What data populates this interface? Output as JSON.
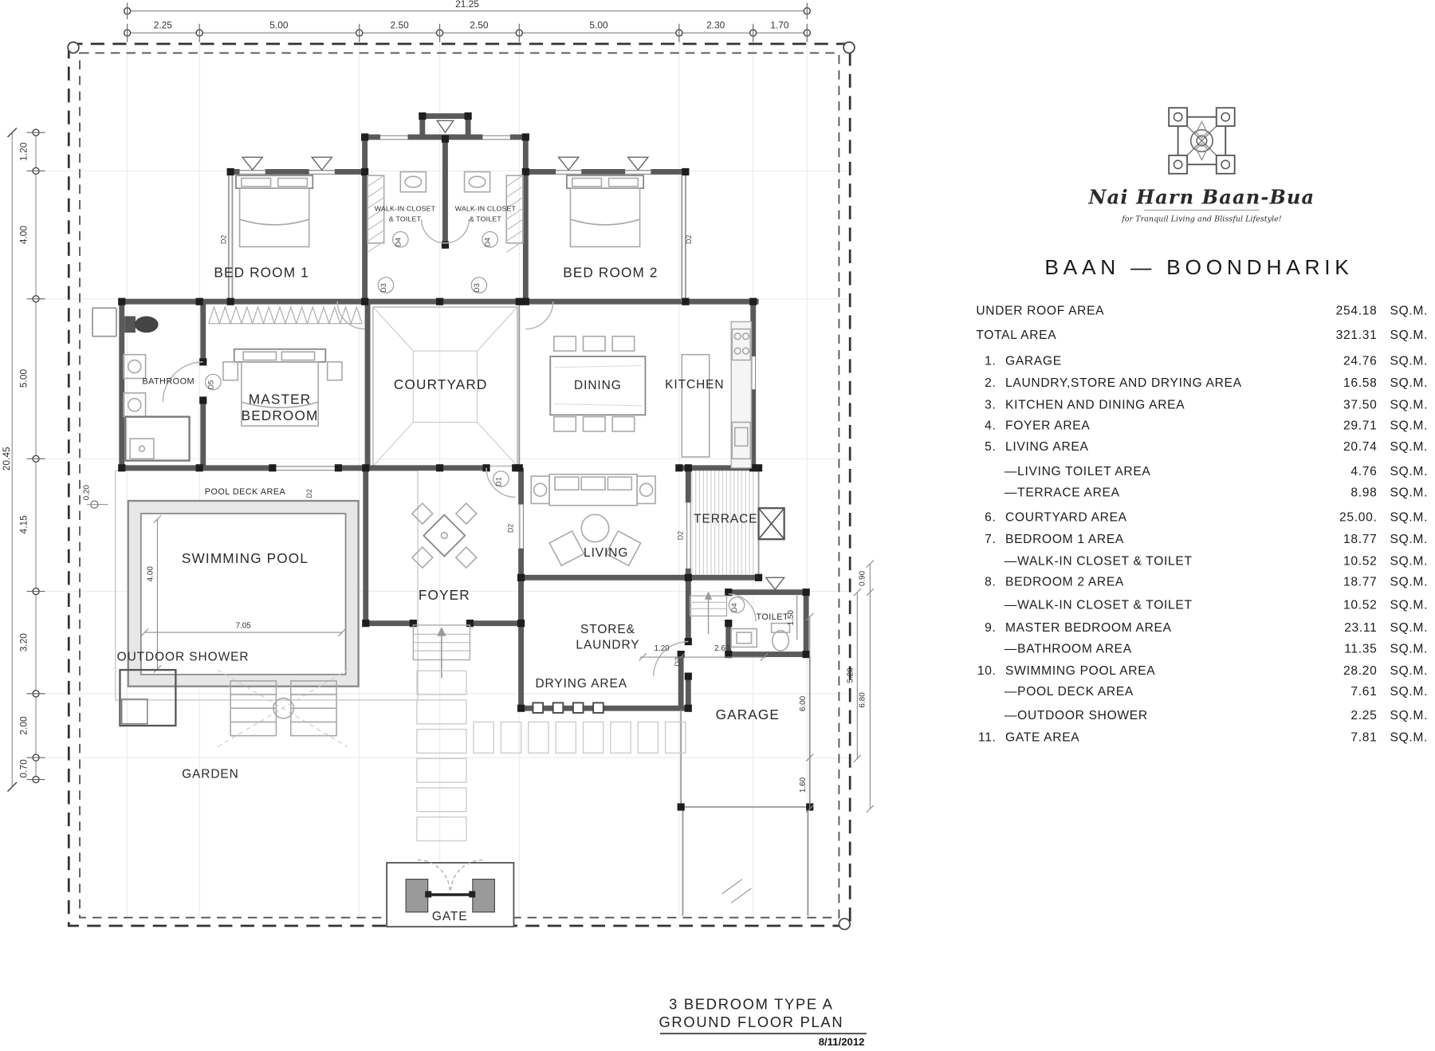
{
  "brand": {
    "name": "Nai Harn Baan-Bua",
    "tagline": "for Tranquil Living and Blissful Lifestyle!"
  },
  "title": "BAAN — BOONDHARIK",
  "area_table": {
    "rows": [
      {
        "no": "",
        "sub": false,
        "label": "UNDER ROOF AREA",
        "value": "254.18",
        "unit": "SQ.M."
      },
      {
        "no": "",
        "sub": false,
        "label": "TOTAL AREA",
        "value": "321.31",
        "unit": "SQ.M."
      },
      {
        "no": "1.",
        "sub": false,
        "label": "GARAGE",
        "value": "24.76",
        "unit": "SQ.M."
      },
      {
        "no": "2.",
        "sub": false,
        "label": "LAUNDRY,STORE AND DRYING AREA",
        "value": "16.58",
        "unit": "SQ.M."
      },
      {
        "no": "3.",
        "sub": false,
        "label": "KITCHEN AND DINING AREA",
        "value": "37.50",
        "unit": "SQ.M."
      },
      {
        "no": "4.",
        "sub": false,
        "label": "FOYER  AREA",
        "value": "29.71",
        "unit": "SQ.M."
      },
      {
        "no": "5.",
        "sub": false,
        "label": "LIVING  AREA",
        "value": "20.74",
        "unit": "SQ.M."
      },
      {
        "no": "",
        "sub": true,
        "label": "—LIVING TOILET AREA",
        "value": "4.76",
        "unit": "SQ.M."
      },
      {
        "no": "",
        "sub": true,
        "label": "—TERRACE AREA",
        "value": "8.98",
        "unit": "SQ.M."
      },
      {
        "no": "6.",
        "sub": false,
        "label": "COURTYARD  AREA",
        "value": "25.00.",
        "unit": "SQ.M."
      },
      {
        "no": "7.",
        "sub": false,
        "label": "BEDROOM 1  AREA",
        "value": "18.77",
        "unit": "SQ.M."
      },
      {
        "no": "",
        "sub": true,
        "label": "—WALK-IN CLOSET & TOILET",
        "value": "10.52",
        "unit": "SQ.M."
      },
      {
        "no": "8.",
        "sub": false,
        "label": "BEDROOM 2  AREA",
        "value": "18.77",
        "unit": "SQ.M."
      },
      {
        "no": "",
        "sub": true,
        "label": "—WALK-IN CLOSET & TOILET",
        "value": "10.52",
        "unit": "SQ.M."
      },
      {
        "no": "9.",
        "sub": false,
        "label": "MASTER BEDROOM  AREA",
        "value": "23.11",
        "unit": "SQ.M."
      },
      {
        "no": "",
        "sub": true,
        "label": "—BATHROOM AREA",
        "value": "11.35",
        "unit": "SQ.M."
      },
      {
        "no": "10.",
        "sub": false,
        "label": "SWIMMING POOL  AREA",
        "value": "28.20",
        "unit": "SQ.M."
      },
      {
        "no": "",
        "sub": true,
        "label": "—POOL DECK  AREA",
        "value": "7.61",
        "unit": "SQ.M."
      },
      {
        "no": "",
        "sub": true,
        "label": "—OUTDOOR SHOWER",
        "value": "2.25",
        "unit": "SQ.M."
      },
      {
        "no": "11.",
        "sub": false,
        "label": "GATE AREA",
        "value": "7.81",
        "unit": "SQ.M."
      }
    ]
  },
  "plan": {
    "rooms": {
      "bedroom1": "BED ROOM  1",
      "bedroom2": "BED ROOM  2",
      "wic_line1": "WALK-IN  CLOSET",
      "wic_line2": "&  TOILET",
      "master_line1": "MASTER",
      "master_line2": "BEDROOM",
      "bathroom": "BATHROOM",
      "courtyard": "COURTYARD",
      "dining": "DINING",
      "kitchen": "KITCHEN",
      "terrace": "TERRACE",
      "living": "LIVING",
      "foyer": "FOYER",
      "pool": "SWIMMING  POOL",
      "pool_deck": "POOL  DECK    AREA",
      "outdoor_shower": "OUTDOOR  SHOWER",
      "garden": "GARDEN",
      "store_line1": "STORE&",
      "store_line2": "LAUNDRY",
      "drying": "DRYING  AREA",
      "garage": "GARAGE",
      "toilet": "TOILET",
      "gate": "GATE"
    },
    "doors": {
      "d1": "D1",
      "d2": "D2",
      "d3": "D3",
      "d4": "D4",
      "d5": "D5"
    },
    "dims_top": {
      "total": "21.25",
      "segs": [
        "2.25",
        "5.00",
        "2.50",
        "2.50",
        "5.00",
        "2.30",
        "1.70"
      ]
    },
    "dims_left": {
      "total": "20.45",
      "segs": [
        "1.20",
        "4.00",
        "5.00",
        "4.15",
        "3.20",
        "2.00",
        "0.70"
      ]
    },
    "dims_misc": {
      "pool_len": "7.05",
      "pool_wid": "4.00",
      "deck": "0.20",
      "gar1": "1.20",
      "gar2": "2.60",
      "toi1": "0.90",
      "toi2": "1.50",
      "r1": "5.20",
      "r2": "6.80",
      "r3": "6.00",
      "r4": "1.60"
    }
  },
  "footer": {
    "line1": "3 BEDROOM  TYPE  A",
    "line2": "GROUND  FLOOR  PLAN",
    "date": "8/11/2012"
  }
}
